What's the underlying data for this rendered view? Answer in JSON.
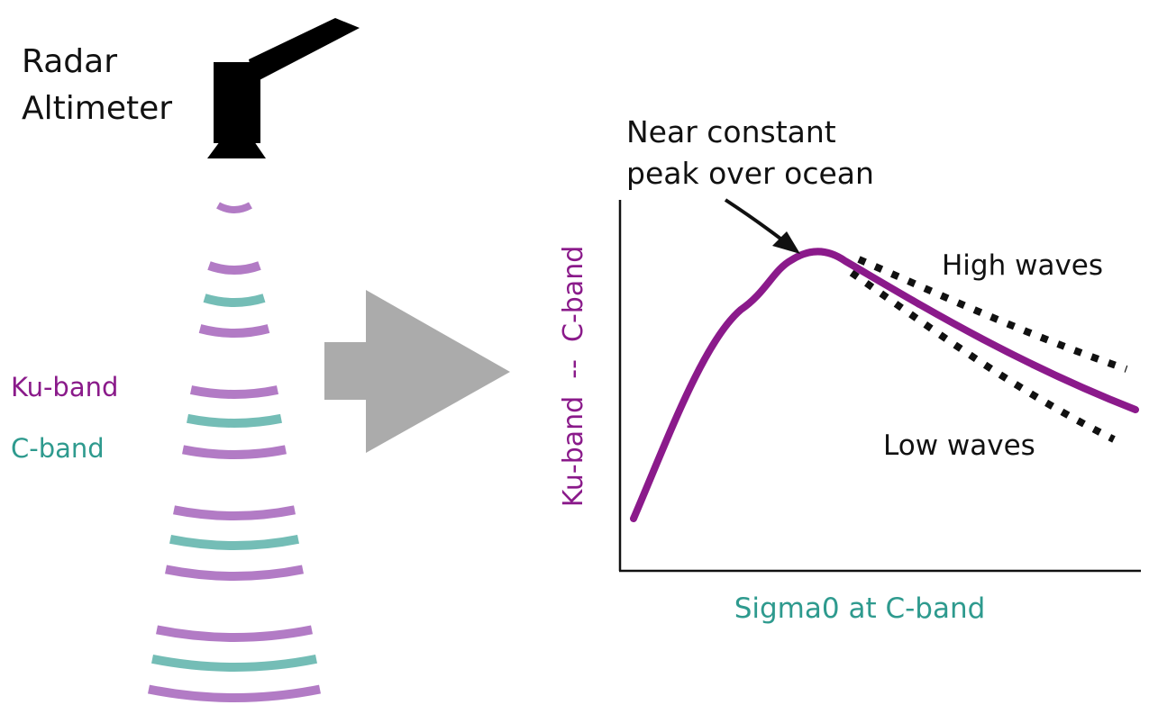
{
  "instrument": {
    "label_line1": "Radar",
    "label_line2": "Altimeter"
  },
  "legend": {
    "ku_label": "Ku-band",
    "c_label": "C-band"
  },
  "colors": {
    "ku": "#b27bc5",
    "c": "#74bdb6",
    "ku_text": "#8a1a8a",
    "c_text": "#2e9a8e",
    "curve": "#8b1a8b",
    "arrow": "#ababab",
    "ink": "#111111"
  },
  "pulse_sequence": [
    "Ku",
    "Ku",
    "C",
    "Ku",
    "Ku",
    "C",
    "Ku",
    "Ku",
    "C",
    "Ku",
    "Ku",
    "C",
    "Ku"
  ],
  "chart": {
    "y_label": "Ku-band  --  C-band",
    "x_label": "Sigma0 at C-band",
    "peak_annotation_line1": "Near constant",
    "peak_annotation_line2": "peak over ocean",
    "high_waves_label": "High waves",
    "low_waves_label": "Low waves",
    "series": [
      "mean",
      "high waves",
      "low waves"
    ],
    "axis_ticks": "none",
    "grid": false
  }
}
